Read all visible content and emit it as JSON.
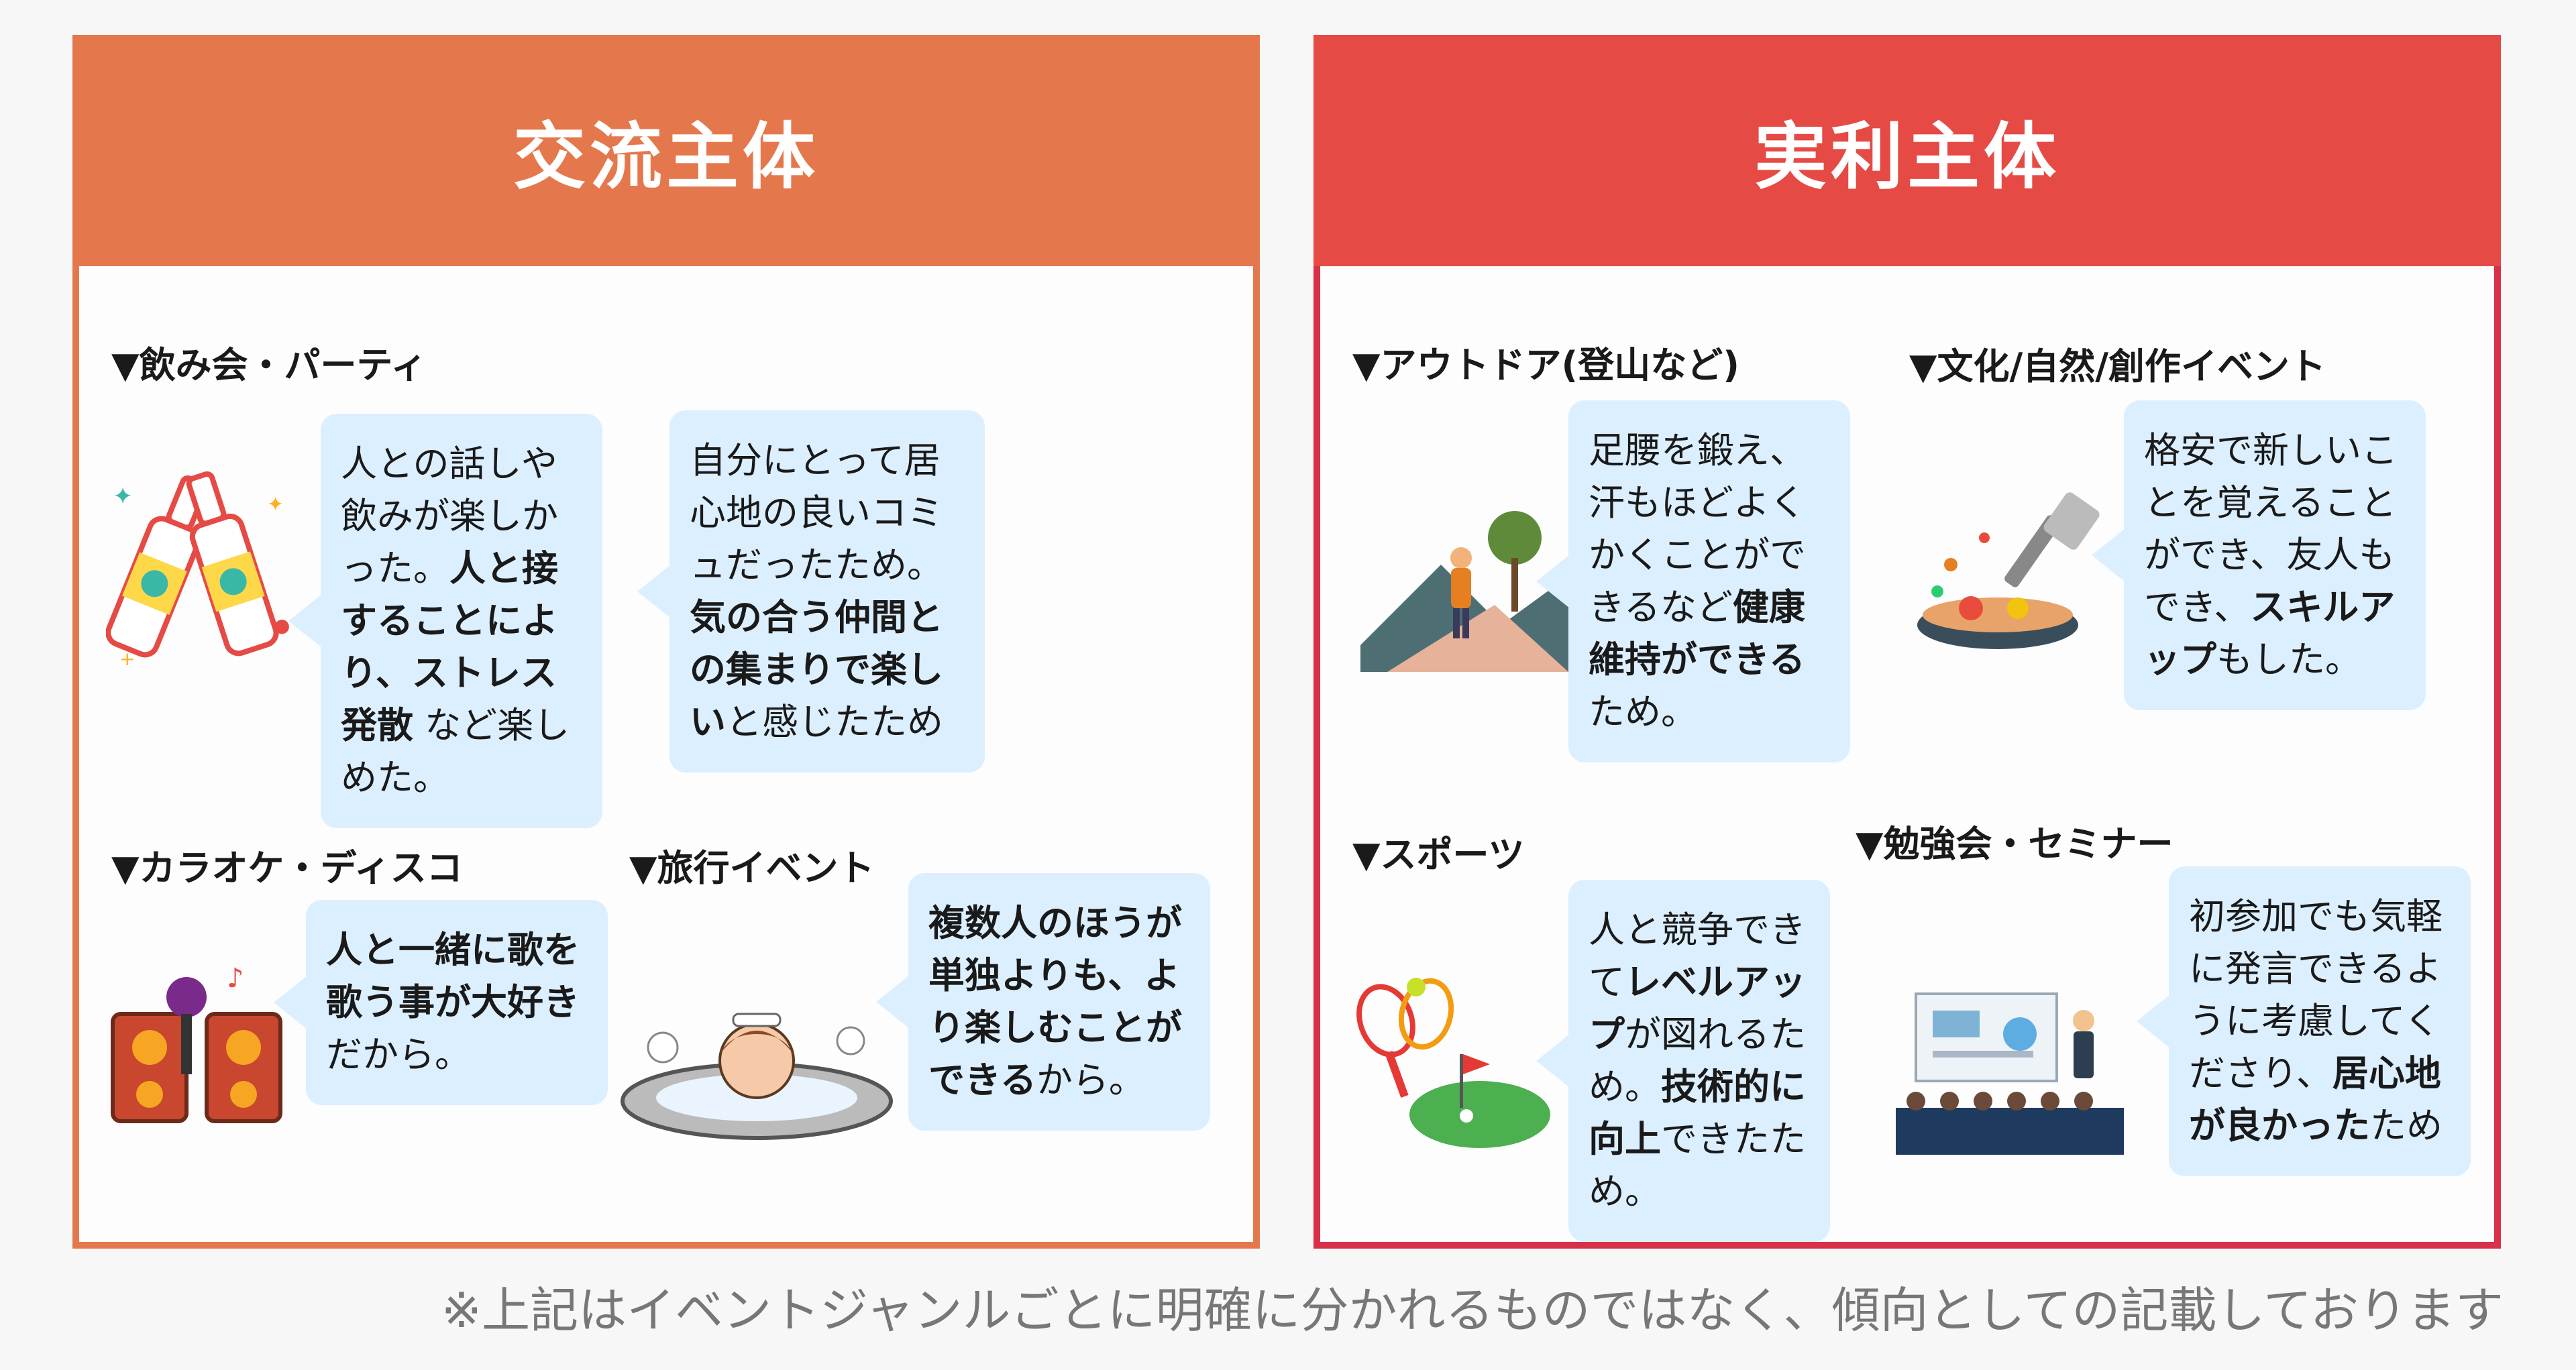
{
  "left_panel": {
    "title": "交流主体",
    "drinking": {
      "title": "▼飲み会・パーティ",
      "bubble1": {
        "t1": "人との話しや飲みが楽しかった。",
        "b1": "人と接することにより、ストレス発散",
        "t2": "など楽しめた。"
      },
      "bubble2": {
        "t1": "自分にとって居心地の良いコミュだったため。",
        "b1": "気の合う仲間との集まりで楽しい",
        "t2": "と感じたため"
      }
    },
    "karaoke": {
      "title": "▼カラオケ・ディスコ",
      "bubble": {
        "b1": "人と一緒に歌を歌う事が大好き",
        "t1": "だから。"
      }
    },
    "travel": {
      "title": "▼旅行イベント",
      "bubble": {
        "b1": "複数人のほうが単独よりも、より楽しむことができる",
        "t1": "から。"
      }
    }
  },
  "right_panel": {
    "title": "実利主体",
    "outdoor": {
      "title": "▼アウトドア(登山など)",
      "bubble": {
        "t1": "足腰を鍛え、汗もほどよくかくことができるなど",
        "b1": "健康維持ができる",
        "t2": "ため。"
      }
    },
    "culture": {
      "title": "▼文化/自然/創作イベント",
      "bubble": {
        "t1": "格安で新しいことを覚えることができ、友人もでき、",
        "b1": "スキルアップ",
        "t2": "もした。"
      }
    },
    "sports": {
      "title": "▼スポーツ",
      "bubble": {
        "t1": "人と競争できて",
        "b1": "レベルアップ",
        "t2": "が図れるため。",
        "b2": "技術的に向上",
        "t3": "できたため。"
      }
    },
    "study": {
      "title": "▼勉強会・セミナー",
      "bubble": {
        "t1": "初参加でも気軽に発言できるように考慮してくださり、",
        "b1": "居心地が良かった",
        "t2": "ため"
      }
    }
  },
  "footnote": "※上記はイベントジャンルごとに明確に分かれるものではなく、傾向としての記載しております"
}
